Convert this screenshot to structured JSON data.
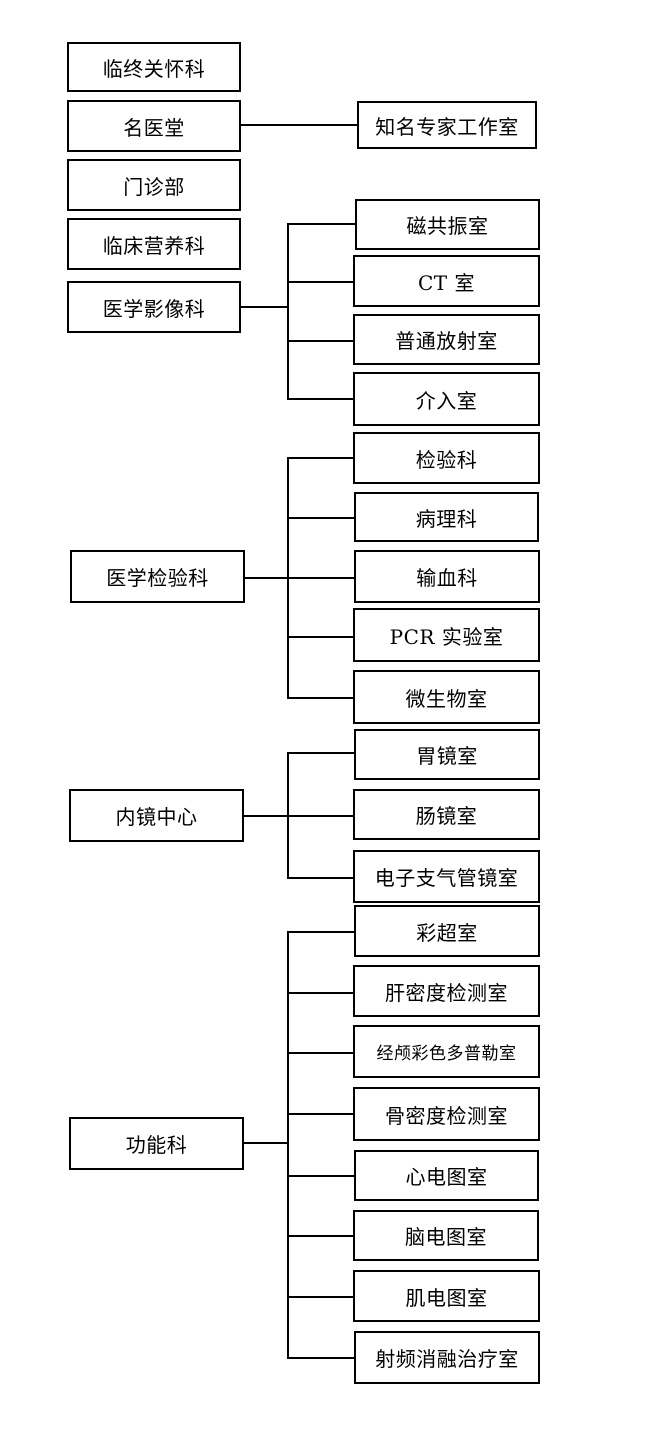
{
  "departments": {
    "hospice": "临终关怀科",
    "famous_doctors": "名医堂",
    "outpatient": "门诊部",
    "clinical_nutrition": "临床营养科",
    "imaging": "医学影像科",
    "laboratory": "医学检验科",
    "endoscopy": "内镜中心",
    "functional": "功能科"
  },
  "famous_doctors_children": {
    "expert_studio": "知名专家工作室"
  },
  "imaging_children": {
    "mri": "磁共振室",
    "ct": "CT 室",
    "radiology": "普通放射室",
    "interventional": "介入室"
  },
  "laboratory_children": {
    "testing": "检验科",
    "pathology": "病理科",
    "blood_transfusion": "输血科",
    "pcr": "PCR 实验室",
    "microbiology": "微生物室"
  },
  "endoscopy_children": {
    "gastroscopy": "胃镜室",
    "colonoscopy": "肠镜室",
    "bronchoscopy": "电子支气管镜室"
  },
  "functional_children": {
    "color_ultrasound": "彩超室",
    "liver_density": "肝密度检测室",
    "tcd": "经颅彩色多普勒室",
    "bone_density": "骨密度检测室",
    "ecg": "心电图室",
    "eeg": "脑电图室",
    "emg": "肌电图室",
    "radiofrequency_ablation": "射频消融治疗室"
  }
}
